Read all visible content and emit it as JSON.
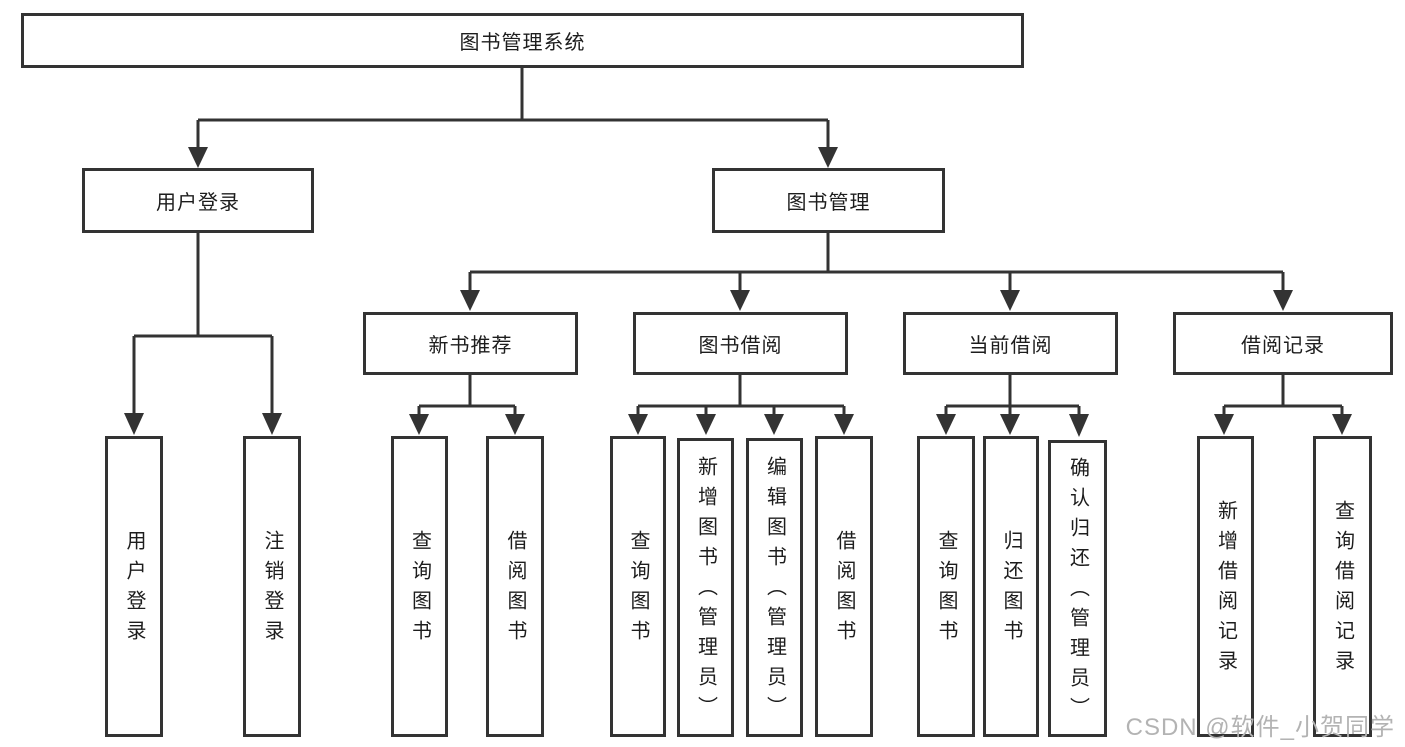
{
  "diagram": {
    "type": "hierarchy-tree",
    "line_color": "#333333",
    "text_color": "#1d1d1d",
    "watermark": "CSDN @软件_小贺同学",
    "nodes": {
      "root": {
        "label": "图书管理系统"
      },
      "user_login": {
        "label": "用户登录"
      },
      "book_mgmt": {
        "label": "图书管理"
      },
      "new_book_rec": {
        "label": "新书推荐"
      },
      "book_borrow": {
        "label": "图书借阅"
      },
      "current_borrow": {
        "label": "当前借阅"
      },
      "borrow_record": {
        "label": "借阅记录"
      },
      "ul_login": {
        "label": "用户登录"
      },
      "ul_logout": {
        "label": "注销登录"
      },
      "nb_query": {
        "label": "查询图书"
      },
      "nb_borrow": {
        "label": "借阅图书"
      },
      "bb_query": {
        "label": "查询图书"
      },
      "bb_add": {
        "label": "新增图书（管理员）"
      },
      "bb_edit": {
        "label": "编辑图书（管理员）"
      },
      "bb_borrow": {
        "label": "借阅图书"
      },
      "cb_query": {
        "label": "查询图书"
      },
      "cb_return": {
        "label": "归还图书"
      },
      "cb_confirm": {
        "label": "确认归还（管理员）"
      },
      "br_add": {
        "label": "新增借阅记录"
      },
      "br_query": {
        "label": "查询借阅记录"
      }
    },
    "tree": {
      "root": [
        "user_login",
        "book_mgmt"
      ],
      "user_login": [
        "ul_login",
        "ul_logout"
      ],
      "book_mgmt": [
        "new_book_rec",
        "book_borrow",
        "current_borrow",
        "borrow_record"
      ],
      "new_book_rec": [
        "nb_query",
        "nb_borrow"
      ],
      "book_borrow": [
        "bb_query",
        "bb_add",
        "bb_edit",
        "bb_borrow"
      ],
      "current_borrow": [
        "cb_query",
        "cb_return",
        "cb_confirm"
      ],
      "borrow_record": [
        "br_add",
        "br_query"
      ]
    }
  }
}
